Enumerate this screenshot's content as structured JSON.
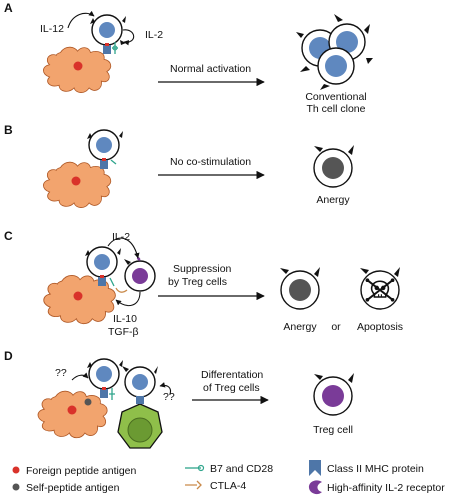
{
  "panels": {
    "a": {
      "letter": "A",
      "cytokine_left": "IL-12",
      "cytokine_right": "IL-2",
      "arrow_label": "Normal activation",
      "outcome_line1": "Conventional",
      "outcome_line2": "Th cell clone"
    },
    "b": {
      "letter": "B",
      "arrow_label": "No co-stimulation",
      "outcome": "Anergy"
    },
    "c": {
      "letter": "C",
      "cytokine_top": "IL-2",
      "cytokine_bottom_1": "IL-10",
      "cytokine_bottom_2": "TGF-β",
      "arrow_label_1": "Suppression",
      "arrow_label_2": "by Treg cells",
      "outcome_left": "Anergy",
      "outcome_or": "or",
      "outcome_right": "Apoptosis"
    },
    "d": {
      "letter": "D",
      "question_left": "??",
      "question_right": "??",
      "arrow_label_1": "Differentation",
      "arrow_label_2": "of Treg cells",
      "outcome": "Treg cell"
    }
  },
  "legend": {
    "foreign_peptide": "Foreign peptide antigen",
    "self_peptide": "Self-peptide antigen",
    "b7_cd28": "B7 and CD28",
    "ctla4": "CTLA-4",
    "mhc": "Class II MHC protein",
    "il2r": "High-affinity IL-2 receptor"
  },
  "colors": {
    "apc": "#f2a46e",
    "foreign_peptide": "#d9322a",
    "tcell_nucleus": "#5f88bf",
    "anergy_nucleus": "#555555",
    "treg_nucleus": "#7a3b98",
    "mhc": "#4e76a8",
    "b7_cd28": "#2fa58c",
    "ctla4": "#c98a4a",
    "precursor_cell": "#8fbf4a"
  }
}
